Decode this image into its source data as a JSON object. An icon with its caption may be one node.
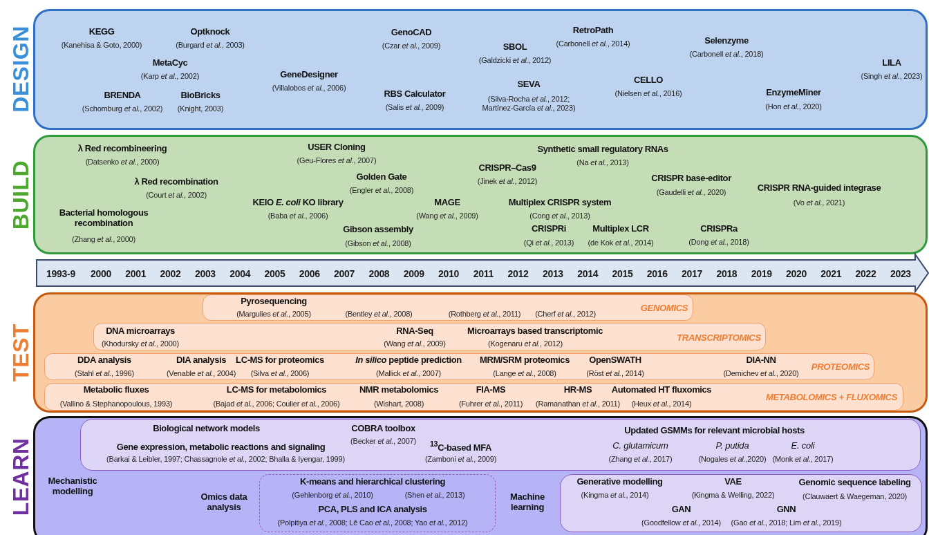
{
  "diagram": {
    "nodes": [
      {
        "text": [
          "DESIGN",
          "KEGG",
          "(Kanehisa & Goto, 2000)",
          "Optknock",
          "(Burgard *et al.*, 2003)",
          "MetaCyc",
          "(Karp *et al.*, 2002)",
          "BRENDA",
          "(Schomburg *et al.*, 2002)",
          "BioBricks",
          "(Knight, 2003)",
          "GeneDesigner",
          "(Villalobos *et al.*, 2006)",
          "GenoCAD",
          "(Czar *et al.*, 2009)",
          "RBS Calculator",
          "(Salis *et al.*, 2009)",
          "SBOL",
          "(Galdzicki *et al.*, 2012)",
          "RetroPath",
          "(Carbonell *et al.*, 2014)",
          "SEVA",
          "(Silva-Rocha *et al.*, 2012; Martínez-García *et al.*, 2023)",
          "CELLO",
          "(Nielsen *et al.*,  2016)",
          "Selenzyme",
          "(Carbonell *et al.*,  2018)",
          "EnzymeMiner",
          "(Hon *et al.*,  2020)",
          "LILA",
          "(Singh *et al.*, 2023)"
        ]
      },
      {
        "text": [
          "BUILD",
          "λ Red recombineering",
          "(Datsenko *et al.*, 2000)",
          "λ Red recombination",
          "(Court *et al.*, 2002)",
          "Bacterial homologous recombination",
          "(Zhang *et al.*, 2000)",
          "USER Cloning",
          "(Geu-Flores *et al.*, 2007)",
          "Golden Gate",
          "(Engler *et al.*, 2008)",
          "KEIO *E. coli* KO library",
          "(Baba *et al.*, 2006)",
          "MAGE",
          "(Wang *et al.*, 2009)",
          "Gibson assembly",
          "(Gibson *et al.*, 2008)",
          "CRISPR–Cas9",
          "(Jinek *et al.*, 2012)",
          "Synthetic small regulatory RNAs",
          "(Na *et al.*, 2013)",
          "Multiplex CRISPR system",
          "(Cong *et al.*, 2013)",
          "CRISPRi",
          "(Qi *et al.*, 2013)",
          "Multiplex LCR",
          "(de Kok *et al.*,  2014)",
          "CRISPR base-editor",
          "(Gaudelli *et al.*, 2020)",
          "CRISPRa",
          "(Dong *et al.*, 2018)",
          "CRISPR RNA-guided integrase",
          "(Vo *et al.*, 2021)"
        ]
      },
      {
        "text": [
          "1993-9",
          "2000",
          "2001",
          "2002",
          "2003",
          "2004",
          "2005",
          "2006",
          "2007",
          "2008",
          "2009",
          "2010",
          "2011",
          "2012",
          "2013",
          "2014",
          "2015",
          "2016",
          "2017",
          "2018",
          "2019",
          "2020",
          "2021",
          "2022",
          "2023"
        ]
      },
      {
        "text": [
          "TEST"
        ]
      },
      {
        "text": [
          "Pyrosequencing",
          "(Margulies *et al.*, 2005)",
          "(Bentley *et al.*, 2008)",
          "(Rothberg *et al.*, 2011)",
          "(Cherf *et al.*, 2012)",
          "GENOMICS"
        ],
        "in": 3
      },
      {
        "text": [
          "DNA microarrays",
          "(Khodursky *et al.*, 2000)",
          "RNA-Seq",
          "(Wang *et al.*, 2009)",
          "Microarrays based transcriptomic",
          "(Kogenaru *et al.*, 2012)",
          "TRANSCRIPTOMICS"
        ],
        "in": 3
      },
      {
        "text": [
          "DDA analysis",
          "(Stahl *et al.*, 1996)",
          "DIA analysis",
          "(Venable *et al.*, 2004)",
          "LC-MS for proteomics",
          "(Silva *et al.*, 2006)",
          "*In silico* peptide prediction",
          "(Mallick *et al.*, 2007)",
          "MRM/SRM proteomics",
          "(Lange *et al.*, 2008)",
          "OpenSWATH",
          "(Röst *et al.*, 2014)",
          "DIA-NN",
          "(Demichev *et al.*, 2020)",
          "PROTEOMICS"
        ],
        "in": 3
      },
      {
        "text": [
          "Metabolic fluxes",
          "(Vallino & Stephanopoulous, 1993)",
          "LC-MS for metabolomics",
          "(Bajad *et al.*, 2006; Coulier *et al.*, 2006)",
          "NMR metabolomics",
          "(Wishart, 2008)",
          "FIA-MS",
          "(Fuhrer *et al.*, 2011)",
          "HR-MS",
          "(Ramanathan *et al.*, 2011)",
          "Automated HT fluxomics",
          "(Heux *et al.*, 2014)",
          "METABOLOMICS + FLUXOMICS"
        ],
        "in": 3
      },
      {
        "text": [
          "LEARN",
          "Mechanistic modelling",
          "Omics data analysis",
          "Machine learning"
        ]
      },
      {
        "text": [
          "Biological network models",
          "Gene expression, metabolic reactions and signaling",
          "(Barkai & Leibler, 1997; Chassagnole *et al.*, 2002; Bhalla & Iyengar, 1999)",
          "COBRA toolbox",
          "(Becker *et al.*, 2007)",
          "$^{13}$C-based MFA",
          "(Zamboni *et al.*, 2009)",
          "Updated GSMMs for relevant microbial hosts",
          "C. glutamicum",
          "(Zhang *et al.*, 2017)",
          "P. putida",
          "(Nogales *et al.*,2020)",
          "E. coli",
          "(Monk *et al.*, 2017)"
        ],
        "in": 8
      },
      {
        "text": [
          "K-means and hierarchical clustering",
          "(Gehlenborg *et al.*, 2010)",
          "(Shen *et al.*, 2013)",
          "PCA, PLS and ICA analysis",
          "(Polpitiya *et al.*, 2008; Lê Cao *et al.*, 2008; Yao *et al.*, 2012)"
        ],
        "in": 8
      },
      {
        "text": [
          "Generative modelling",
          "(Kingma *et al.*, 2014)",
          "VAE",
          "(Kingma & Welling, 2022)",
          "Genomic sequence labeling",
          "(Clauwaert & Waegeman, 2020)",
          "GAN",
          "(Goodfellow *et al.*, 2014)",
          "GNN",
          "(Gao *et al.*, 2018; Lim *et al.*, 2019)"
        ],
        "in": 8
      }
    ]
  }
}
